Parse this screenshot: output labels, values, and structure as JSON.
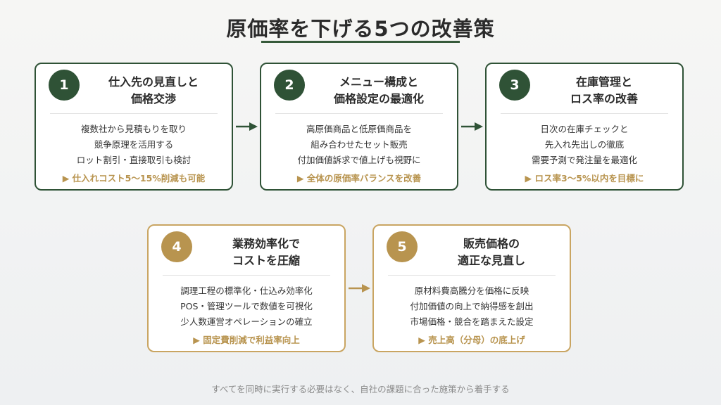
{
  "title": "原価率を下げる5つの改善策",
  "cards": [
    {
      "number": "1",
      "title_line1": "仕入先の見直しと",
      "title_line2": "価格交渉",
      "lines": [
        "複数社から見積もりを取り",
        "競争原理を活用する",
        "ロット割引・直接取引も検討"
      ],
      "highlight": "▶ 仕入れコスト5〜15%削減も可能"
    },
    {
      "number": "2",
      "title_line1": "メニュー構成と",
      "title_line2": "価格設定の最適化",
      "lines": [
        "高原価商品と低原価商品を",
        "組み合わせたセット販売",
        "付加価値訴求で値上げも視野に"
      ],
      "highlight": "▶ 全体の原価率バランスを改善"
    },
    {
      "number": "3",
      "title_line1": "在庫管理と",
      "title_line2": "ロス率の改善",
      "lines": [
        "日次の在庫チェックと",
        "先入れ先出しの徹底",
        "需要予測で発注量を最適化"
      ],
      "highlight": "▶ ロス率3〜5%以内を目標に"
    },
    {
      "number": "4",
      "title_line1": "業務効率化で",
      "title_line2": "コストを圧縮",
      "lines": [
        "調理工程の標準化・仕込み効率化",
        "POS・管理ツールで数値を可視化",
        "少人数運営オペレーションの確立"
      ],
      "highlight": "▶ 固定費削減で利益率向上"
    },
    {
      "number": "5",
      "title_line1": "販売価格の",
      "title_line2": "適正な見直し",
      "lines": [
        "原材料費高騰分を価格に反映",
        "付加価値の向上で納得感を創出",
        "市場価格・競合を踏まえた設定"
      ],
      "highlight": "▶ 売上高（分母）の底上げ"
    }
  ],
  "footer": "すべてを同時に実行する必要はなく、自社の課題に合った施策から着手する",
  "colors": {
    "dark_green": "#2f5236",
    "gold": "#b8944f",
    "gold_border": "#c9a562"
  }
}
